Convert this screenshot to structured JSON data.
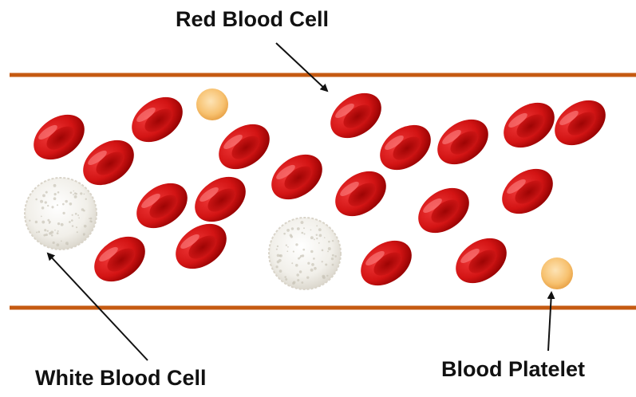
{
  "labels": {
    "red_blood_cell": "Red Blood Cell",
    "white_blood_cell": "White Blood Cell",
    "blood_platelet": "Blood Platelet"
  },
  "colors": {
    "vessel_wall": "#c55a11",
    "rbc_dark": "#8e0000",
    "rbc_main": "#d31414",
    "rbc_center": "#b00808",
    "rbc_highlight": "#ff7b7b",
    "wbc_fill": "#f1efe9",
    "wbc_speckle": "#c9c4b8",
    "platelet_fill": "#f7c16f",
    "platelet_center": "#fbd99a",
    "arrow": "#111111"
  },
  "legend_icons": [
    "red-blood-cell-icon",
    "white-blood-cell-icon",
    "blood-platelet-icon"
  ]
}
